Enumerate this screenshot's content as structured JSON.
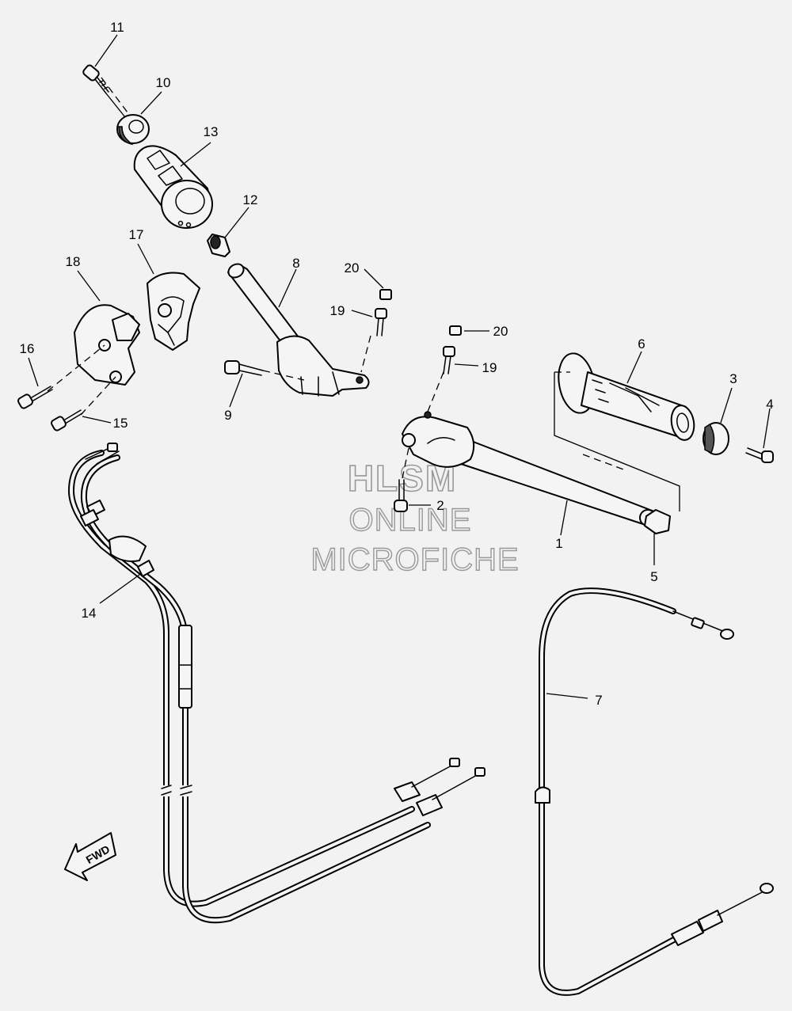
{
  "callouts": {
    "c1": "1",
    "c2": "2",
    "c3": "3",
    "c4": "4",
    "c5": "5",
    "c6": "6",
    "c7": "7",
    "c8": "8",
    "c9": "9",
    "c10": "10",
    "c11": "11",
    "c12": "12",
    "c13": "13",
    "c14": "14",
    "c15": "15",
    "c16": "16",
    "c17": "17",
    "c18": "18",
    "c19a": "19",
    "c19b": "19",
    "c20a": "20",
    "c20b": "20"
  },
  "fwd_label": "FWD",
  "watermark": {
    "line1": "HLSM",
    "line2": "ONLINE",
    "line3": "MICROFICHE"
  }
}
